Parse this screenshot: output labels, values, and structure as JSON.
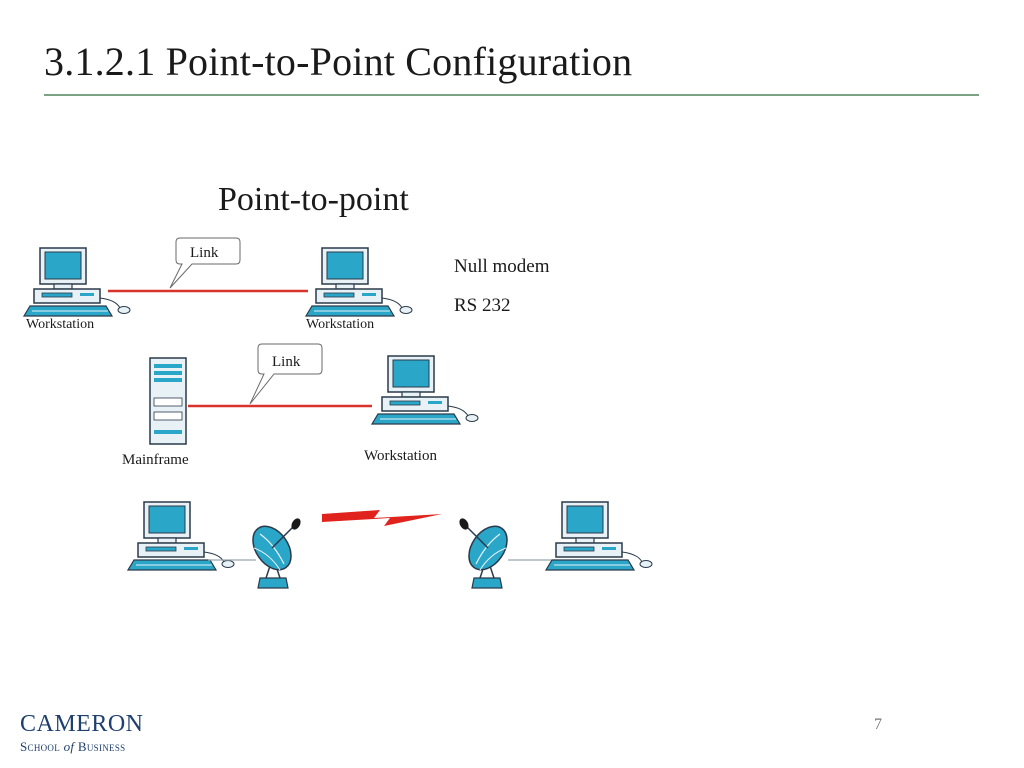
{
  "slide": {
    "title": "3.1.2.1  Point-to-Point Configuration",
    "page_number": "7"
  },
  "diagram": {
    "heading": "Point-to-point",
    "row1": {
      "link_label": "Link",
      "left_label": "Workstation",
      "right_label": "Workstation",
      "note_1": "Null modem",
      "note_2": "RS 232"
    },
    "row2": {
      "link_label": "Link",
      "left_label": "Mainframe",
      "right_label": "Workstation"
    },
    "colors": {
      "link_line": "#d9342b",
      "screen": "#2aa6c9",
      "body": "#e8f2f6",
      "stroke": "#2a3a4a",
      "lightning": "#e0231c"
    }
  },
  "footer": {
    "logo_line1": "CAMERON",
    "logo_line2_a": "School ",
    "logo_line2_of": "of",
    "logo_line2_b": " Business"
  }
}
